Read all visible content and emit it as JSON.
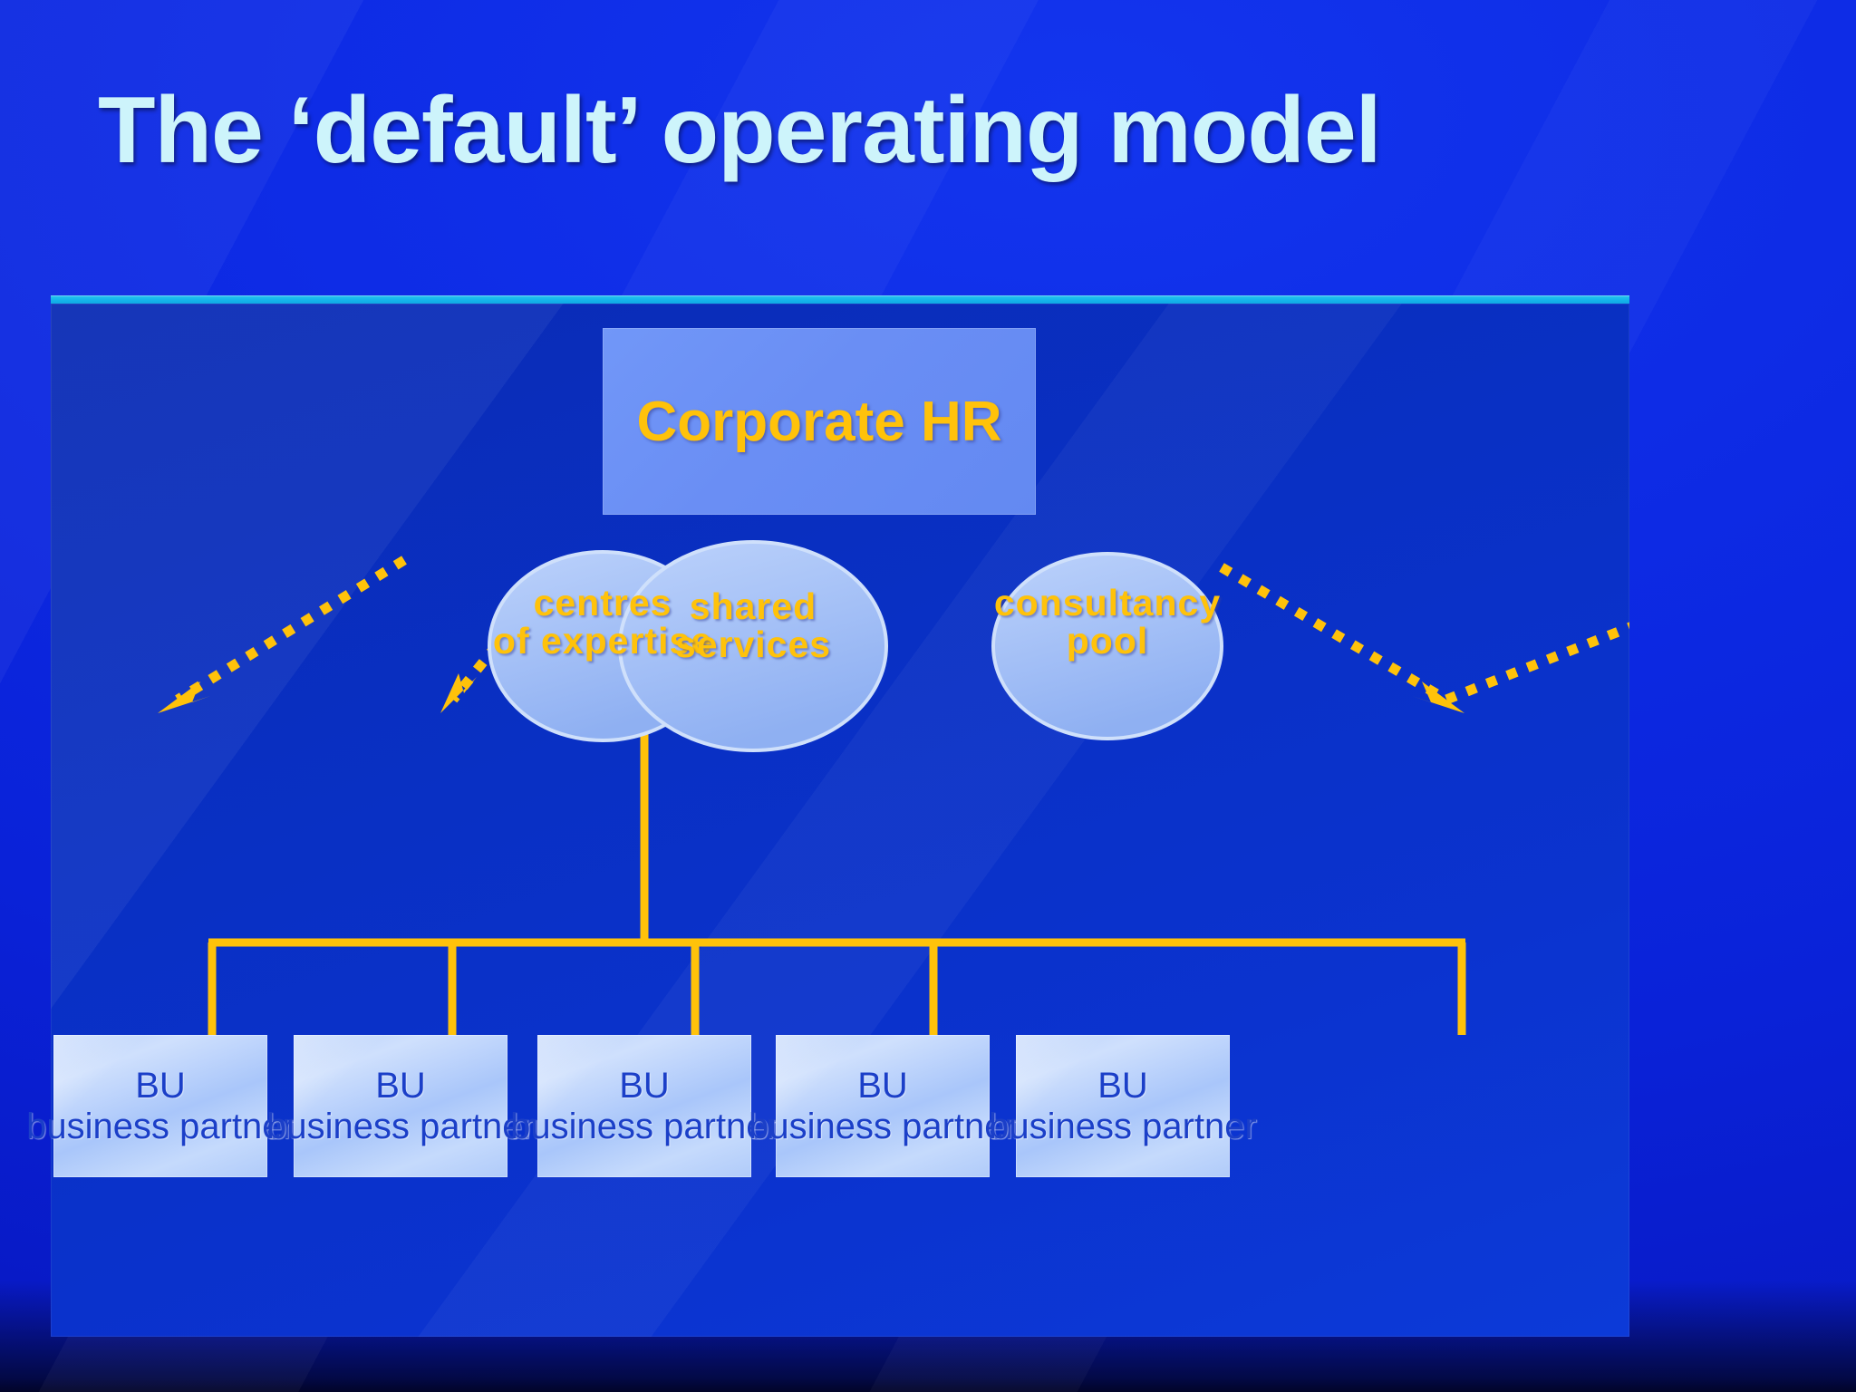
{
  "slide": {
    "title": "The ‘default’ operating model",
    "title_color": "#cdf4fb",
    "background_color": "#0d2ae4",
    "panel_color": "#0930c4",
    "rule_color": "#16b6ec",
    "accent_color": "#ffc20a"
  },
  "diagram": {
    "type": "org-chart",
    "top_box": {
      "label": "Corporate HR",
      "text_color": "#ffc20a",
      "fill_color": "#6a8ef4"
    },
    "functions": [
      {
        "line1": "centres",
        "line2": "of expertise"
      },
      {
        "line1": "shared",
        "line2": "services"
      },
      {
        "line1": "consultancy",
        "line2": "pool"
      }
    ],
    "units": [
      {
        "line1": "BU",
        "line2": "business partner"
      },
      {
        "line1": "BU",
        "line2": "business partner"
      },
      {
        "line1": "BU",
        "line2": "business partner"
      },
      {
        "line1": "BU",
        "line2": "business partner"
      },
      {
        "line1": "BU",
        "line2": "business partner"
      }
    ],
    "connector_color": "#ffc20a",
    "unit_text_color": "#1b3fc8",
    "unit_fill_color": "#bcd4fb",
    "ellipse_fill_color": "#a9c6f7"
  }
}
